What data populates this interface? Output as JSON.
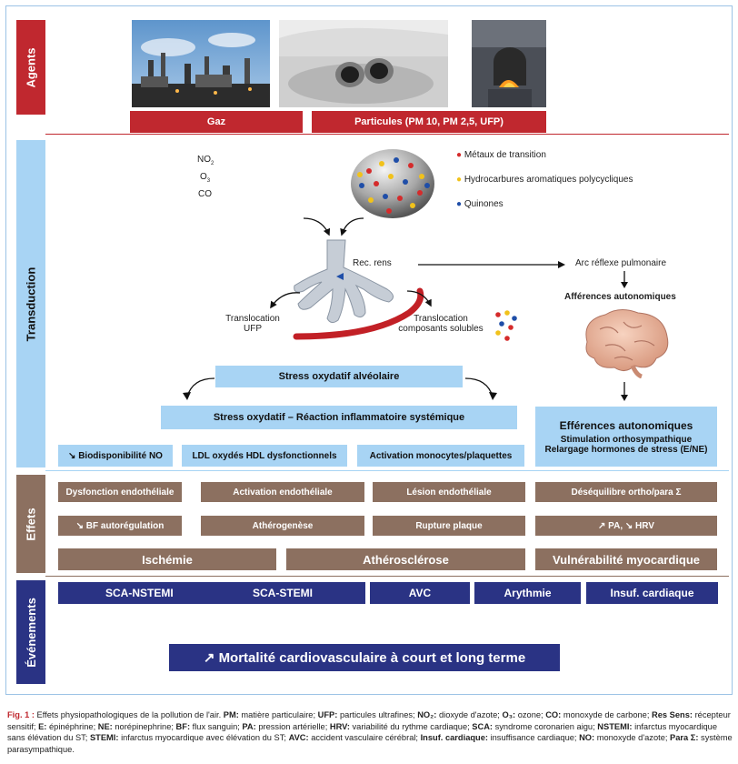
{
  "side_labels": {
    "agents": "Agents",
    "transduction": "Transduction",
    "effets": "Effets",
    "evenements": "Événements"
  },
  "agents": {
    "gaz": "Gaz",
    "particules": "Particules (PM 10, PM 2,5, UFP)"
  },
  "transduction": {
    "gas_no2": "NO",
    "gas_no2_sub": "2",
    "gas_o3": "O",
    "gas_o3_sub": "3",
    "gas_co": "CO",
    "legend": [
      {
        "label": "Métaux de transition",
        "color": "#d52b2b"
      },
      {
        "label": "Hydrocarbures aromatiques polycycliques",
        "color": "#f1c21b"
      },
      {
        "label": "Quinones",
        "color": "#1f4ea8"
      }
    ],
    "rec_rens": "Rec. rens",
    "arc_reflexe": "Arc réflexe pulmonaire",
    "afferences": "Afférences autonomiques",
    "translocation_ufp_1": "Translocation",
    "translocation_ufp_2": "UFP",
    "translocation_sol_1": "Translocation",
    "translocation_sol_2": "composants solubles",
    "stress_alveolaire": "Stress oxydatif alvéolaire",
    "stress_systemique": "Stress oxydatif – Réaction inflammatoire systémique",
    "biodisponibilite": "↘ Biodisponibilité NO",
    "ldl": "LDL oxydés HDL dysfonctionnels",
    "activation_monocytes": "Activation monocytes/plaquettes",
    "efferences_title": "Efférences autonomiques",
    "efferences_line1": "Stimulation orthosympathique",
    "efferences_line2": "Relargage hormones de stress (E/NE)"
  },
  "effets": {
    "row1": [
      "Dysfonction endothéliale",
      "Activation endothéliale",
      "Lésion endothéliale",
      "Déséquilibre ortho/para Σ"
    ],
    "row2": [
      "↘ BF autorégulation",
      "Athérogenèse",
      "Rupture plaque",
      "↗ PA, ↘ HRV"
    ],
    "row3": [
      "Ischémie",
      "Athérosclérose",
      "Vulnérabilité myocardique"
    ]
  },
  "evenements": {
    "items": [
      "SCA-NSTEMI",
      "SCA-STEMI",
      "AVC",
      "Arythmie",
      "Insuf. cardiaque"
    ],
    "mortalite": "↗ Mortalité cardiovasculaire à court et long terme"
  },
  "caption": {
    "fig": "Fig. 1 :",
    "parts": [
      {
        "t": " Effets physiopathologiques de la pollution de l'air. ",
        "b": false
      },
      {
        "t": "PM:",
        "b": true
      },
      {
        "t": " matière particulaire; ",
        "b": false
      },
      {
        "t": "UFP:",
        "b": true
      },
      {
        "t": " particules ultrafines; ",
        "b": false
      },
      {
        "t": "NO₂:",
        "b": true
      },
      {
        "t": " dioxyde d'azote; ",
        "b": false
      },
      {
        "t": "O₃:",
        "b": true
      },
      {
        "t": " ozone; ",
        "b": false
      },
      {
        "t": "CO:",
        "b": true
      },
      {
        "t": " monoxyde de carbone; ",
        "b": false
      },
      {
        "t": "Res Sens:",
        "b": true
      },
      {
        "t": " récepteur sensitif; ",
        "b": false
      },
      {
        "t": "E:",
        "b": true
      },
      {
        "t": " épinéphrine; ",
        "b": false
      },
      {
        "t": "NE:",
        "b": true
      },
      {
        "t": " norépinephrine; ",
        "b": false
      },
      {
        "t": "BF:",
        "b": true
      },
      {
        "t": " flux sanguin; ",
        "b": false
      },
      {
        "t": "PA:",
        "b": true
      },
      {
        "t": " pression artérielle; ",
        "b": false
      },
      {
        "t": "HRV:",
        "b": true
      },
      {
        "t": " variabilité du rythme cardiaque; ",
        "b": false
      },
      {
        "t": "SCA:",
        "b": true
      },
      {
        "t": " syndrome coronarien aigu; ",
        "b": false
      },
      {
        "t": "NSTEMI:",
        "b": true
      },
      {
        "t": " infarctus myocardique sans élévation du ST; ",
        "b": false
      },
      {
        "t": "STEMI:",
        "b": true
      },
      {
        "t": " infarctus myocardique avec élévation du ST; ",
        "b": false
      },
      {
        "t": "AVC:",
        "b": true
      },
      {
        "t": " accident vasculaire cérébral; ",
        "b": false
      },
      {
        "t": "Insuf. cardiaque:",
        "b": true
      },
      {
        "t": " insuffisance cardiaque; ",
        "b": false
      },
      {
        "t": "NO:",
        "b": true
      },
      {
        "t": " monoxyde d'azote; ",
        "b": false
      },
      {
        "t": "Para Σ:",
        "b": true
      },
      {
        "t": " système parasympathique.",
        "b": false
      }
    ]
  },
  "colors": {
    "agents_red": "#c0282f",
    "light_blue": "#a8d4f4",
    "effect_brown": "#8c7060",
    "event_navy": "#2a3384",
    "frame_blue": "#9cc3e6"
  }
}
